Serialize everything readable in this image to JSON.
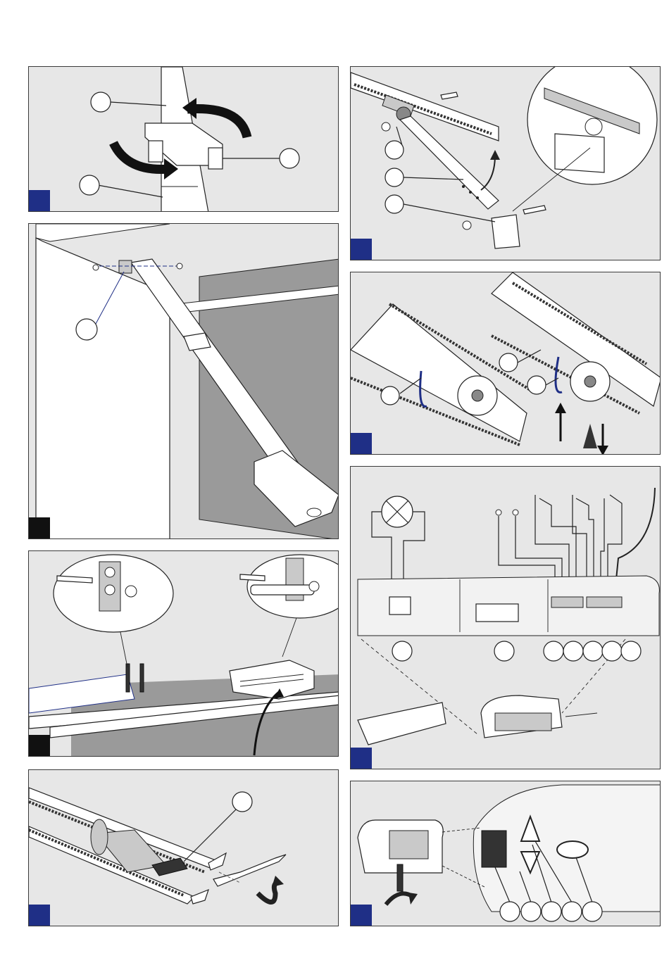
{
  "figure": {
    "panels": [
      {
        "id": "panel-1",
        "badge_color": "blue",
        "callouts": 3,
        "arrows": 2
      },
      {
        "id": "panel-2",
        "badge_color": "blue",
        "callouts": 3,
        "arrows": 1
      },
      {
        "id": "panel-3",
        "badge_color": "black",
        "callouts": 1,
        "arrows": 0
      },
      {
        "id": "panel-4",
        "badge_color": "blue",
        "callouts": 2,
        "arrows": 2
      },
      {
        "id": "panel-5",
        "badge_color": "black",
        "callouts": 0,
        "arrows": 1
      },
      {
        "id": "panel-6",
        "badge_color": "blue",
        "callouts": 8,
        "arrows": 0
      },
      {
        "id": "panel-7",
        "badge_color": "blue",
        "callouts": 1,
        "arrows": 1
      },
      {
        "id": "panel-8",
        "badge_color": "blue",
        "callouts": 5,
        "arrows": 1
      }
    ],
    "colors": {
      "panel_bg": "#e7e7e7",
      "badge_blue": "#1f2f86",
      "badge_black": "#111111",
      "outline": "#222222"
    }
  }
}
